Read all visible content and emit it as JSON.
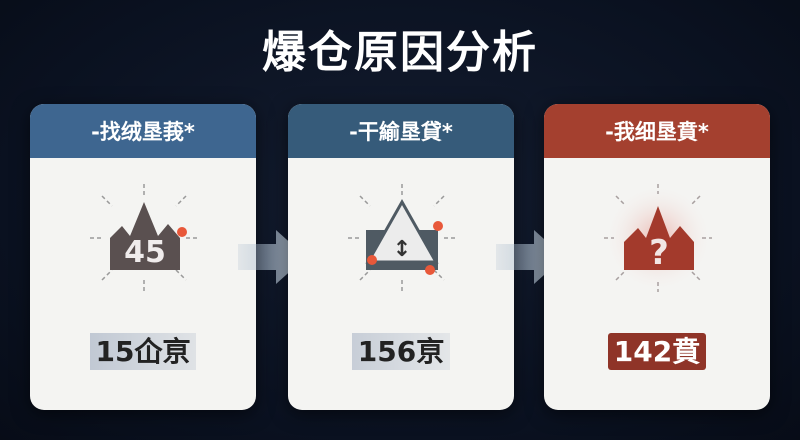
{
  "title": "爆仓原因分析",
  "colors": {
    "background": "#0b1220",
    "card_body": "#f4f4f2",
    "header_blue": "#3e6690",
    "header_steel": "#365b7a",
    "header_red": "#a4402f",
    "icon_dark": "#5a5050",
    "icon_red": "#a33a2c",
    "accent_dot": "#e8583a"
  },
  "cards": [
    {
      "header": "-找绒垦莪*",
      "icon": "mountain-icon",
      "icon_text": "45",
      "value": "15仚亰"
    },
    {
      "header": "-干緰垦貸*",
      "icon": "warning-triangle-icon",
      "icon_text": "↕",
      "value": "156亰"
    },
    {
      "header": "-我细垦賁*",
      "icon": "question-mark-icon",
      "icon_text": "?",
      "value": "142賁"
    }
  ],
  "arrows": [
    "arrow-right-icon",
    "arrow-right-icon"
  ]
}
